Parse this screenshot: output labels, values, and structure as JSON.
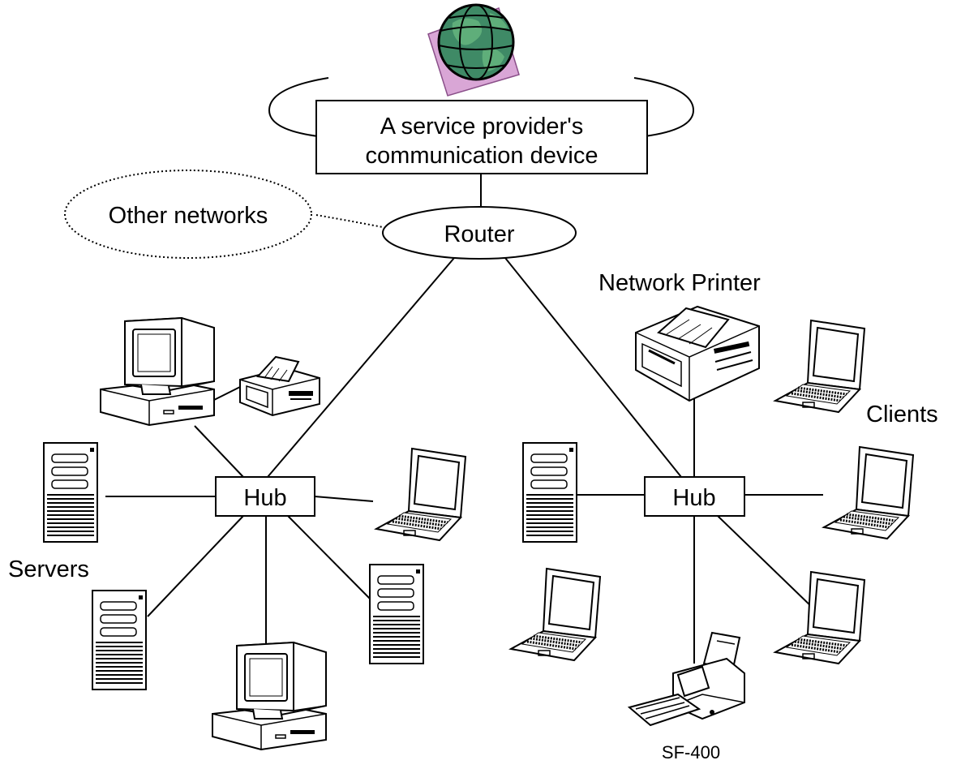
{
  "labels": {
    "provider_line1": "A service provider's",
    "provider_line2": "communication device",
    "other_networks": "Other networks",
    "router": "Router",
    "hub_left": "Hub",
    "hub_right": "Hub",
    "network_printer": "Network Printer",
    "clients": "Clients",
    "servers": "Servers",
    "scanner_model": "SF-400"
  },
  "icons": {
    "internet": "globe-icon",
    "server": "server-tower-icon",
    "desktop": "desktop-computer-icon",
    "laptop": "laptop-icon",
    "printer": "printer-icon",
    "scanner": "scanner-icon"
  },
  "colors": {
    "globe_ocean": "#3f8a66",
    "globe_land": "#5fae7a",
    "globe_backdrop": "#d9a6d6",
    "line": "#000000"
  }
}
